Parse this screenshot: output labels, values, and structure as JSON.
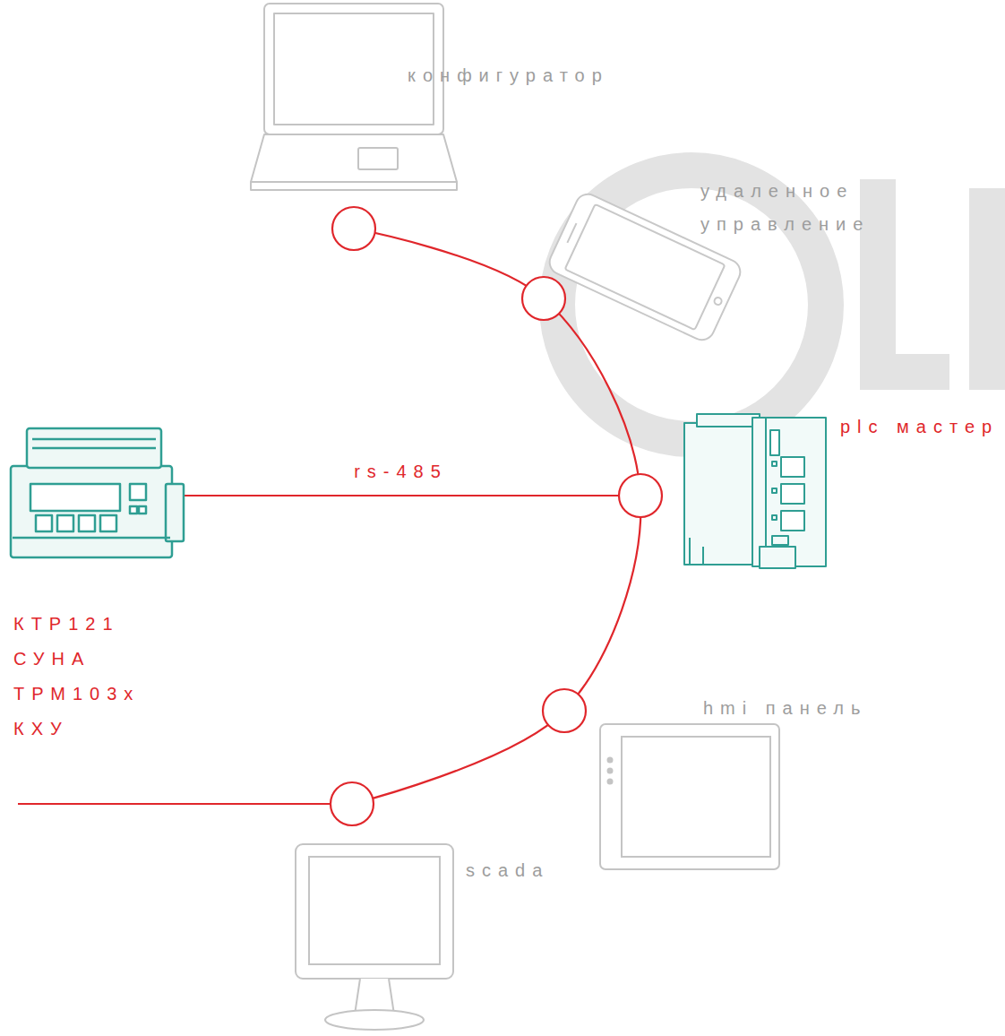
{
  "diagram": {
    "nodes": [
      {
        "text": [
          "конфигуратор"
        ]
      },
      {
        "text": [
          "удаленное управление"
        ]
      },
      {
        "text": [
          "plc мастер"
        ]
      },
      {
        "text": [
          "КТР121",
          "СУНА",
          "ТРМ103х",
          "КХУ"
        ]
      },
      {
        "text": [
          "hmi панель"
        ]
      },
      {
        "text": [
          "scada"
        ]
      }
    ],
    "edges": [
      {
        "from": 3,
        "to": 2,
        "arrow": "none",
        "label": "rs-485"
      }
    ]
  }
}
